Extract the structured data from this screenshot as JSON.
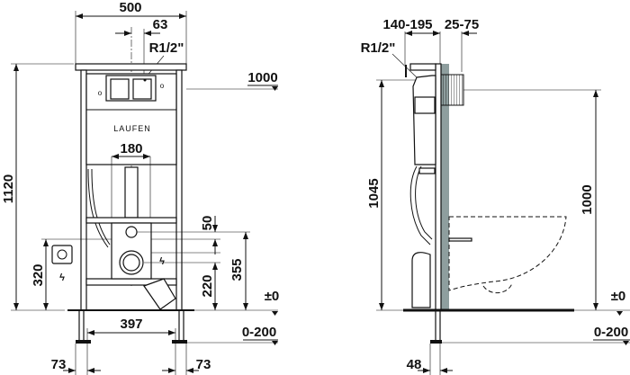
{
  "front_view": {
    "width_dim": "500",
    "offset_dim": "63",
    "inlet_label": "R1/2\"",
    "brand_logo": "LAUFEN",
    "outlet_spacing_dim": "180",
    "total_height_dim": "1120",
    "socket_height_dim": "320",
    "plate_height_dim": "1000",
    "dim_50": "50",
    "dim_220": "220",
    "dim_355": "355",
    "floor_level": "±0",
    "leg_range": "0-200",
    "foot_spacing_dim": "397",
    "left_foot_dim": "73",
    "right_foot_dim": "73"
  },
  "side_view": {
    "depth_dim": "140-195",
    "wall_dim": "25-75",
    "inlet_label": "R1/2\"",
    "inlet_height_dim": "1045",
    "plate_height_dim": "1000",
    "floor_level": "±0",
    "leg_range": "0-200",
    "foot_dim": "48"
  },
  "colors": {
    "wall": "#8e9e9e",
    "line": "#111111"
  }
}
